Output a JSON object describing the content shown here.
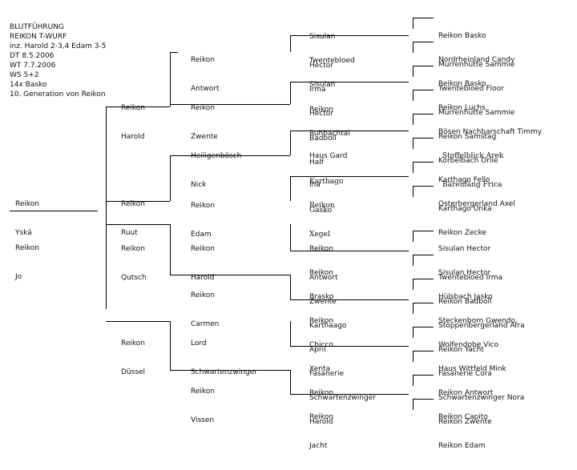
{
  "info": {
    "lines": [
      "BLUTFÜHRUNG",
      "REIKON T-WURF",
      "inz. Harold 2-3,4 Edam 3-5",
      "DT 8.5.2006",
      "WT 7.7.2006",
      "WS 5+2",
      "14x Basko",
      "10. Generation von Reikon"
    ]
  },
  "parents": {
    "sire": {
      "l1": "Reikon",
      "l2": "Yskä"
    },
    "dam": {
      "l1": "Reikon",
      "l2": "Jo"
    }
  },
  "grandparents": {
    "ss": {
      "l1": "Reikon",
      "l2": "Harold"
    },
    "sd": {
      "l1": "Reikon",
      "l2": "Ruut"
    },
    "ds": {
      "l1": "Reikon",
      "l2": "Qutsch"
    },
    "dd": {
      "l1": "Reikon",
      "l2": "Düssel"
    }
  },
  "gen3": {
    "sss": {
      "l1": "Reikon",
      "l2": "Antwort"
    },
    "ssd": {
      "l1": "Reikon",
      "l2": "Zwente"
    },
    "sds": {
      "l1": "Heiligenbösch",
      "l2": "Nick"
    },
    "sdd": {
      "l1": "Reikon",
      "l2": "Edam"
    },
    "dss": {
      "l1": "Reikon",
      "l2": "Harold"
    },
    "dsd": {
      "l1": "Reikon",
      "l2": "Carmen"
    },
    "dds": {
      "l1": "Lord",
      "l2": "Schwartenzwinger"
    },
    "ddd": {
      "l1": "Reikon",
      "l2": "Vissen"
    }
  },
  "gen4": [
    {
      "l1": "Sisulan",
      "l2": "Hector"
    },
    {
      "l1": "Twentebloed",
      "l2": "Irma"
    },
    {
      "l1": "Sisulan",
      "l2": "Hector"
    },
    {
      "l1": "Reikon",
      "l2": "Badboll"
    },
    {
      "l1": "Ruhbachtal",
      "l2": "Half"
    },
    {
      "l1": "Haus Gard",
      "l2": "Ina"
    },
    {
      "l1": "Karthago",
      "l2": "Gasko"
    },
    {
      "l1": "Reikon",
      "l2": "Xegel"
    },
    {
      "l1": "Reikon",
      "l2": "Antwort"
    },
    {
      "l1": "Reikon",
      "l2": "Zwente"
    },
    {
      "l1": "Brasko",
      "l2": "Karthaago"
    },
    {
      "l1": "Reikon",
      "l2": "April"
    },
    {
      "l1": "Chicco",
      "l2": "Fasanerie"
    },
    {
      "l1": "Xenta",
      "l2": "Schwartenzwinger"
    },
    {
      "l1": "Reikon",
      "l2": "Harold"
    },
    {
      "l1": "Reikon",
      "l2": "Jacht"
    }
  ],
  "gen5": [
    {
      "l1": "Reikon Basko",
      "l2": "Murrenhütte Sammie"
    },
    {
      "l1": "Nordrheinland Candy",
      "l2": "Twentebloed Floor"
    },
    {
      "l1": "Reikon Basko",
      "l2": "Murrenhütte Sammie"
    },
    {
      "l1": "Reikon Luchs",
      "l2": "Reikon Samstag"
    },
    {
      "l1": "Bösen Nachbarschaft Timmy",
      "l2": "Körbelbach Orlie"
    },
    {
      "l1": "Stoffelblick Arek",
      "l2": "Bärenfang Frica"
    },
    {
      "l1": "Karthago Fello",
      "l2": "Karthago Unka"
    },
    {
      "l1": "Osterbergerland Axel",
      "l2": "Reikon Zecke"
    },
    {
      "l1": "Sisulan Hector",
      "l2": "Twentebloed Irma"
    },
    {
      "l1": "Sisulan Hector",
      "l2": "Reikon Badboll"
    },
    {
      "l1": "Hülsbach Jasko",
      "l2": "Stoppenbergerland Afra"
    },
    {
      "l1": "Steckenborn Gwendo",
      "l2": "Reikon Yacht"
    },
    {
      "l1": "Wolfendobe Vico",
      "l2": "Fasanerie Cora"
    },
    {
      "l1": "Haus Wittfeld Mink",
      "l2": "Schwartenzwinger Nora"
    },
    {
      "l1": "Reikon Antwort",
      "l2": "Reikon Zwente"
    },
    {
      "l1": "Reikon Capito",
      "l2": "Reikon Edam"
    }
  ]
}
